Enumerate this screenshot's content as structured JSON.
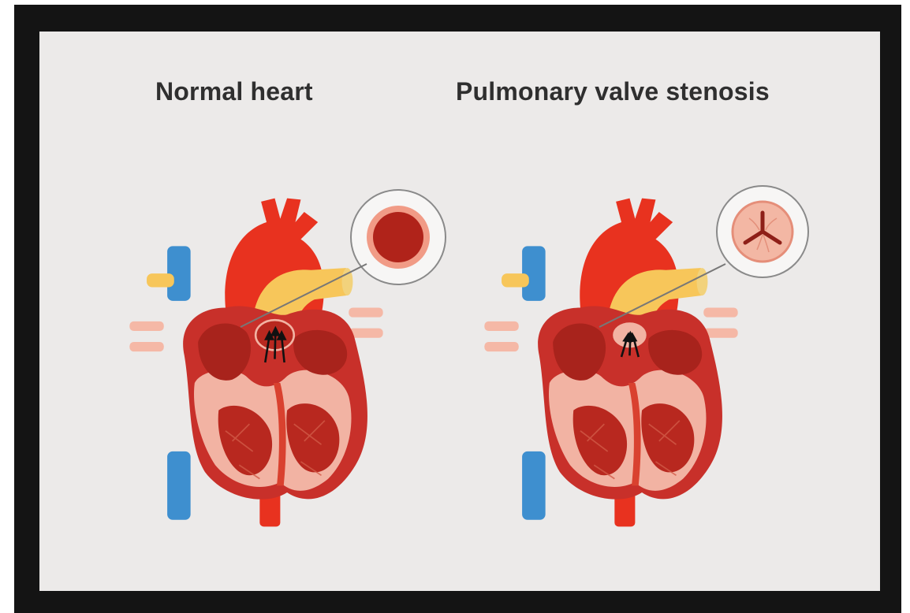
{
  "diagram": {
    "panels": [
      {
        "title": "Normal heart",
        "valve": "open"
      },
      {
        "title": "Pulmonary valve stenosis",
        "valve": "stenotic"
      }
    ]
  },
  "colors": {
    "frame": "#141414",
    "background": "#eceae9",
    "aorta_red": "#e8321f",
    "pulmonary_yellow": "#f7c65a",
    "vena_cava_blue": "#3e8fcf",
    "muscle": "#c8302a",
    "inner_pink": "#f2b3a3",
    "dark_chamber": "#a8231c"
  }
}
